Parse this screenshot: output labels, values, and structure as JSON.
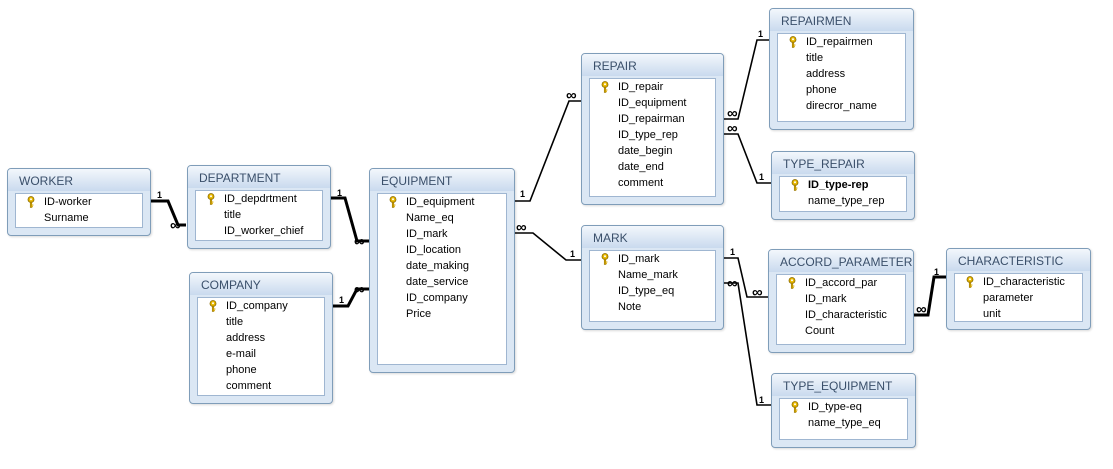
{
  "tables": {
    "worker": {
      "title": "WORKER",
      "fields": [
        {
          "name": "ID-worker",
          "key": true
        },
        {
          "name": "Surname"
        }
      ]
    },
    "department": {
      "title": "DEPARTMENT",
      "fields": [
        {
          "name": "ID_depdrtment",
          "key": true
        },
        {
          "name": "title"
        },
        {
          "name": "ID_worker_chief"
        }
      ]
    },
    "company": {
      "title": "COMPANY",
      "fields": [
        {
          "name": "ID_company",
          "key": true
        },
        {
          "name": "title"
        },
        {
          "name": "address"
        },
        {
          "name": "e-mail"
        },
        {
          "name": "phone"
        },
        {
          "name": "comment"
        }
      ]
    },
    "equipment": {
      "title": "EQUIPMENT",
      "fields": [
        {
          "name": "ID_equipment",
          "key": true
        },
        {
          "name": "Name_eq"
        },
        {
          "name": "ID_mark"
        },
        {
          "name": "ID_location"
        },
        {
          "name": "date_making"
        },
        {
          "name": "date_service"
        },
        {
          "name": "ID_company"
        },
        {
          "name": "Price"
        }
      ]
    },
    "repair": {
      "title": "REPAIR",
      "fields": [
        {
          "name": "ID_repair",
          "key": true
        },
        {
          "name": "ID_equipment"
        },
        {
          "name": "ID_repairman"
        },
        {
          "name": "ID_type_rep"
        },
        {
          "name": "date_begin"
        },
        {
          "name": "date_end"
        },
        {
          "name": "comment"
        }
      ]
    },
    "mark": {
      "title": "MARK",
      "fields": [
        {
          "name": "ID_mark",
          "key": true
        },
        {
          "name": "Name_mark"
        },
        {
          "name": "ID_type_eq"
        },
        {
          "name": "Note"
        }
      ]
    },
    "repairmen": {
      "title": "REPAIRMEN",
      "fields": [
        {
          "name": "ID_repairmen",
          "key": true
        },
        {
          "name": "title"
        },
        {
          "name": "address"
        },
        {
          "name": "phone"
        },
        {
          "name": "direcror_name"
        }
      ]
    },
    "type_repair": {
      "title": "TYPE_REPAIR",
      "fields": [
        {
          "name": "ID_type-rep",
          "key": true,
          "bold": true
        },
        {
          "name": "name_type_rep"
        }
      ]
    },
    "accord_parameter": {
      "title": "ACCORD_PARAMETER",
      "fields": [
        {
          "name": "ID_accord_par",
          "key": true
        },
        {
          "name": "ID_mark"
        },
        {
          "name": "ID_characteristic"
        },
        {
          "name": "Count"
        }
      ]
    },
    "characteristic": {
      "title": "CHARACTERISTIC",
      "fields": [
        {
          "name": "ID_characteristic",
          "key": true
        },
        {
          "name": "parameter"
        },
        {
          "name": "unit"
        }
      ]
    },
    "type_equipment": {
      "title": "TYPE_EQUIPMENT",
      "fields": [
        {
          "name": "ID_type-eq",
          "key": true
        },
        {
          "name": "name_type_eq"
        }
      ]
    }
  },
  "relationship_labels": {
    "one": "1",
    "many": "∞"
  },
  "colors": {
    "header_text": "#3a4f6a",
    "frame": "#dbe7f4",
    "border": "#7f9db9",
    "key": "#d8a800"
  }
}
